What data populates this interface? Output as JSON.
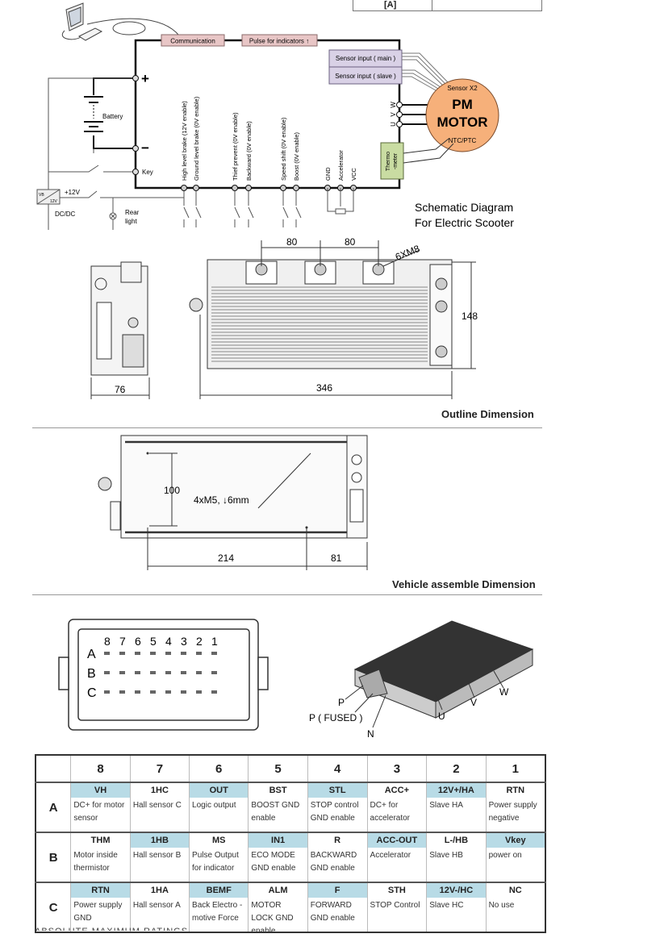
{
  "top_table_fragment": {
    "cell": "[A]"
  },
  "schematic": {
    "communication": "Communication",
    "pulse": "Pulse for indicators ↑",
    "sensor_main": "Sensor input ( main )",
    "sensor_slave": "Sensor input ( slave )",
    "sensor_x2": "Sensor X2",
    "motor_line1": "PM",
    "motor_line2": "MOTOR",
    "ntc": "NTC/PTC",
    "thermo_line1": "Thermo",
    "thermo_line2": "-meter",
    "battery": "Battery",
    "plus": "+",
    "minus": "−",
    "key": "Key",
    "plus12v": "+12V",
    "dcdc_vb": "VB",
    "dcdc_12v": "12V",
    "dcdc": "DC/DC",
    "rear_light_1": "Rear",
    "rear_light_2": "light",
    "phase_w": "W",
    "phase_v": "V",
    "phase_u": "U",
    "pins": [
      "High level brake (12V enable)",
      "Ground level brake (0V enable)",
      "Thief prevent (0V enable)",
      "Backward (0V enable)",
      "Speed shift (0V enable)",
      "Boost (0V enable)",
      "GND",
      "Accelerator",
      "VCC"
    ],
    "title_line1": "Schematic Diagram",
    "title_line2": "For Electric Scooter"
  },
  "outline": {
    "dim_80a": "80",
    "dim_80b": "80",
    "bolts": "6XM8",
    "height": "148",
    "depth": "76",
    "length": "346",
    "caption": "Outline Dimension"
  },
  "assembly": {
    "dim_100": "100",
    "holes": "4xM5, ↓6mm",
    "dim_214": "214",
    "dim_81": "81",
    "caption": "Vehicle assemble Dimension"
  },
  "connector": {
    "numbers": [
      "8",
      "7",
      "6",
      "5",
      "4",
      "3",
      "2",
      "1"
    ],
    "rows": [
      "A",
      "B",
      "C"
    ]
  },
  "terminals": {
    "p": "P",
    "p_fused": "P ( FUSED )",
    "n": "N",
    "u": "U",
    "v": "V",
    "w": "W"
  },
  "pin_table": {
    "columns": [
      "8",
      "7",
      "6",
      "5",
      "4",
      "3",
      "2",
      "1"
    ],
    "highlight_color": "#b8dbe6",
    "rows": [
      {
        "label": "A",
        "cells": [
          {
            "code": "VH",
            "desc": "DC+ for motor sensor",
            "hl": true
          },
          {
            "code": "1HC",
            "desc": "Hall sensor C",
            "hl": false
          },
          {
            "code": "OUT",
            "desc": "Logic output",
            "hl": true
          },
          {
            "code": "BST",
            "desc": "BOOST GND enable",
            "hl": false
          },
          {
            "code": "STL",
            "desc": "STOP control GND enable",
            "hl": true
          },
          {
            "code": "ACC+",
            "desc": "DC+ for accelerator",
            "hl": false
          },
          {
            "code": "12V+/HA",
            "desc": "Slave HA",
            "hl": true
          },
          {
            "code": "RTN",
            "desc": "Power supply negative",
            "hl": false
          }
        ]
      },
      {
        "label": "B",
        "cells": [
          {
            "code": "THM",
            "desc": "Motor inside thermistor",
            "hl": false
          },
          {
            "code": "1HB",
            "desc": "Hall sensor B",
            "hl": true
          },
          {
            "code": "MS",
            "desc": "Pulse Output for indicator",
            "hl": false
          },
          {
            "code": "IN1",
            "desc": "ECO MODE GND enable",
            "hl": true
          },
          {
            "code": "R",
            "desc": "BACKWARD GND enable",
            "hl": false
          },
          {
            "code": "ACC-OUT",
            "desc": "Accelerator",
            "hl": true
          },
          {
            "code": "L-/HB",
            "desc": "Slave HB",
            "hl": false
          },
          {
            "code": "Vkey",
            "desc": "power on",
            "hl": true
          }
        ]
      },
      {
        "label": "C",
        "cells": [
          {
            "code": "RTN",
            "desc": "Power supply GND",
            "hl": true
          },
          {
            "code": "1HA",
            "desc": "Hall sensor A",
            "hl": false
          },
          {
            "code": "BEMF",
            "desc": "Back Electro -motive Force",
            "hl": true
          },
          {
            "code": "ALM",
            "desc": "MOTOR LOCK GND enable",
            "hl": false
          },
          {
            "code": "F",
            "desc": "FORWARD GND enable",
            "hl": true
          },
          {
            "code": "STH",
            "desc": "STOP Control",
            "hl": false
          },
          {
            "code": "12V-/HC",
            "desc": "Slave HC",
            "hl": true
          },
          {
            "code": "NC",
            "desc": "No use",
            "hl": false
          }
        ]
      }
    ]
  },
  "next_section": "ABSOLUTE MAXIMUM RATINGS"
}
